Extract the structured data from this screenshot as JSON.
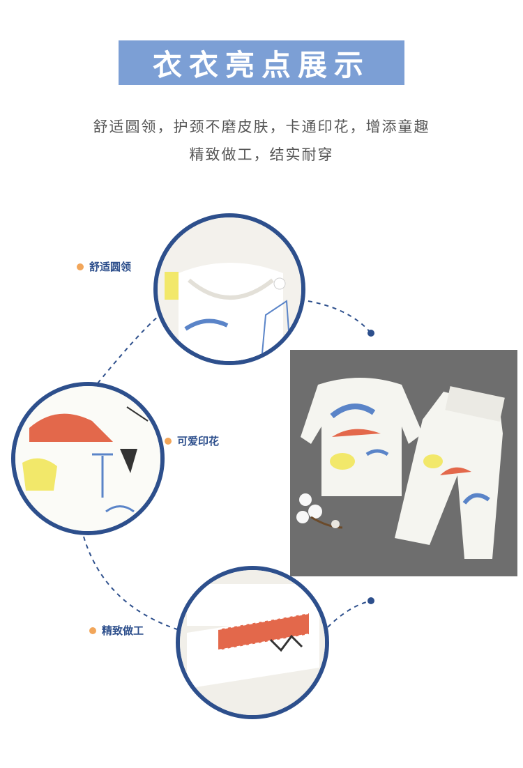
{
  "header": {
    "title": "衣衣亮点展示"
  },
  "description": {
    "line1": "舒适圆领，护颈不磨皮肤，卡通印花，增添童趣",
    "line2": "精致做工，结实耐穿"
  },
  "features": [
    {
      "label": "舒适圆领"
    },
    {
      "label": "可爱印花"
    },
    {
      "label": "精致做工"
    }
  ],
  "colors": {
    "title_band": "#7c9fd5",
    "ring": "#2d4f8c",
    "label_dot": "#f2a65a",
    "text": "#555555"
  }
}
